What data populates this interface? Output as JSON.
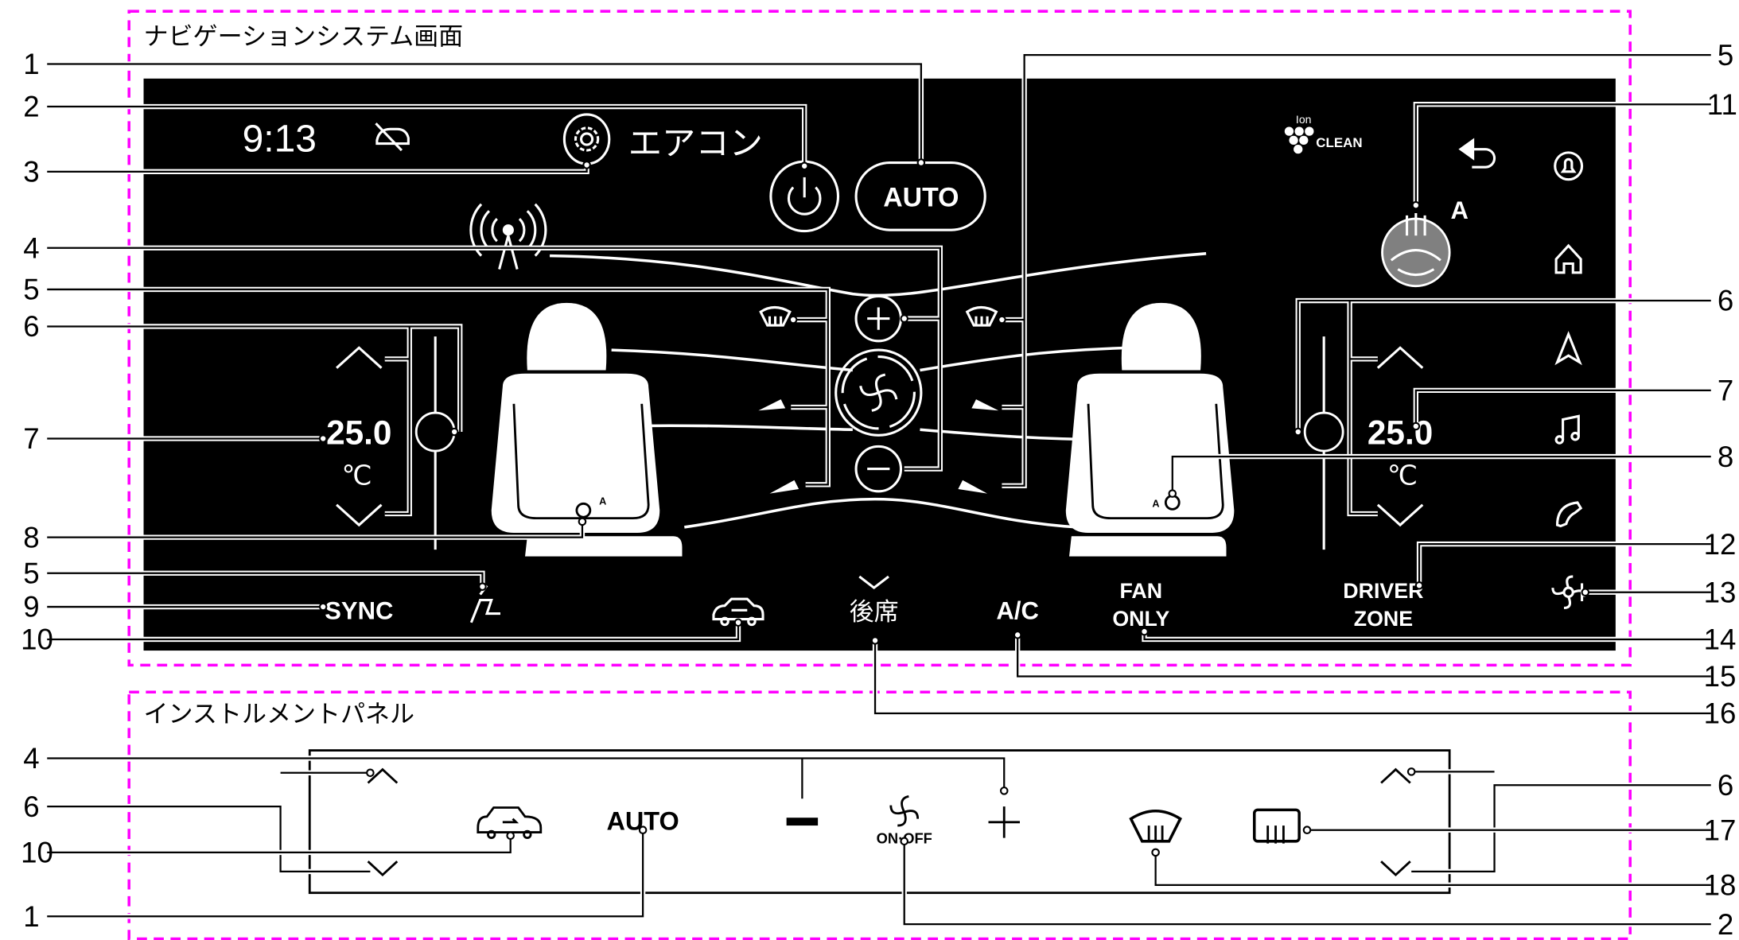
{
  "sections": {
    "nav_screen_title": "ナビゲーションシステム画面",
    "instrument_panel_title": "インストルメントパネル"
  },
  "screen": {
    "time": "9:13",
    "aircon_title": "エアコン",
    "auto_label": "AUTO",
    "ion_label": "Ion",
    "clean_label": "CLEAN",
    "steering_auto": "A",
    "left_temp": "25.0",
    "right_temp": "25.0",
    "temp_unit": "℃",
    "sync_label": "SYNC",
    "rear_label": "後席",
    "ac_label": "A/C",
    "fan_only_line1": "FAN",
    "fan_only_line2": "ONLY",
    "driver_zone_line1": "DRIVER",
    "driver_zone_line2": "ZONE",
    "seat_auto": "A"
  },
  "panel": {
    "auto_label": "AUTO",
    "fan_onoff_label": "ON·OFF"
  },
  "callouts": {
    "left": [
      "1",
      "2",
      "3",
      "4",
      "5",
      "6",
      "7",
      "8",
      "5",
      "9",
      "10"
    ],
    "right": [
      "5",
      "11",
      "6",
      "7",
      "8",
      "12",
      "13",
      "14",
      "15",
      "16"
    ],
    "panel_left": [
      "4",
      "6",
      "10",
      "1"
    ],
    "panel_right": [
      "6",
      "17",
      "18",
      "2"
    ]
  },
  "colors": {
    "frame": "#ff00ff",
    "screen": "#000000",
    "steering": "#808080"
  }
}
